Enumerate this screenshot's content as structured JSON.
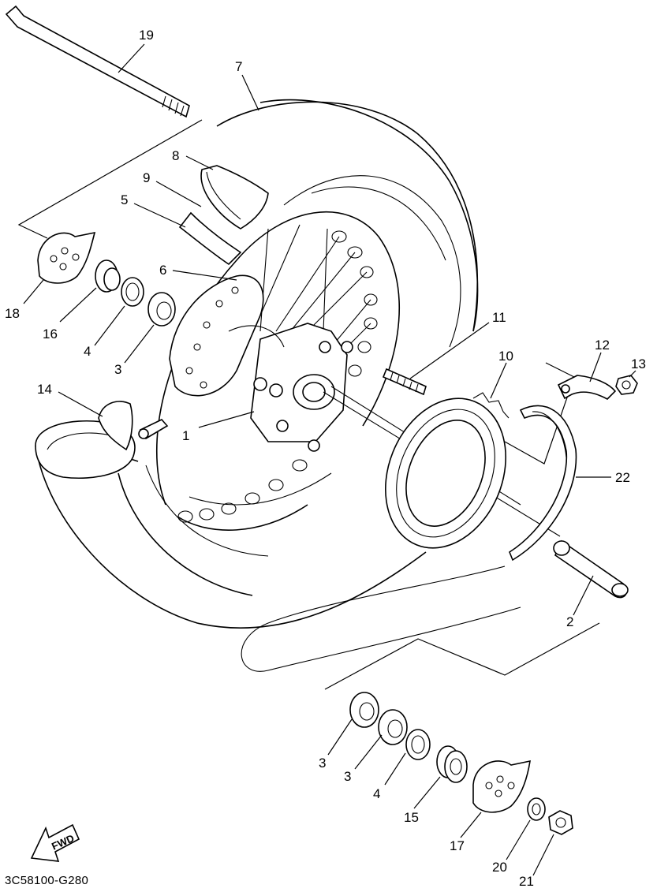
{
  "diagram": {
    "drawing_code": "3C58100-G280",
    "fwd_label": "FWD",
    "callouts": [
      "19",
      "7",
      "8",
      "9",
      "5",
      "18",
      "16",
      "4",
      "3",
      "6",
      "14",
      "1",
      "11",
      "10",
      "12",
      "13",
      "22",
      "2",
      "3",
      "3",
      "4",
      "15",
      "17",
      "20",
      "21"
    ]
  }
}
